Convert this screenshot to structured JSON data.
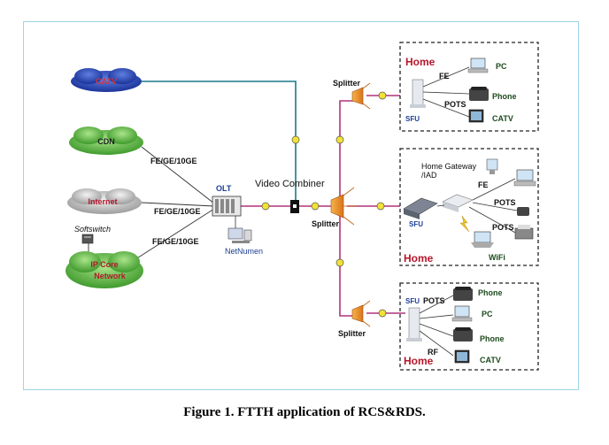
{
  "clouds": {
    "catv_label": "CATV",
    "cdn_label": "CDN",
    "internet_label": "Internet",
    "ipcore_label": "IP Core Network"
  },
  "links": {
    "cdn_link": "FE/GE/10GE",
    "internet_link": "FE/GE/10GE",
    "ipcore_link": "FE/GE/10GE"
  },
  "softswitch_label": "Softswitch",
  "olt_label": "OLT",
  "netnumen_label": "NetNumen",
  "video_combiner_label": "Video Combiner",
  "splitter_label": "Splitter",
  "home1": {
    "title": "Home",
    "sfu": "SFU",
    "fe": "FE",
    "pots": "POTS",
    "pc": "PC",
    "phone": "Phone",
    "catv": "CATV"
  },
  "home2": {
    "title": "Home",
    "gateway": "Home Gateway /IAD",
    "sfu": "SFU",
    "fe": "FE",
    "pots1": "POTS",
    "pots2": "POTS",
    "wifi": "WiFi"
  },
  "home3": {
    "title": "Home",
    "sfu": "SFU",
    "pots": "POTS",
    "rf": "RF",
    "phone1": "Phone",
    "pc": "PC",
    "phone2": "Phone",
    "catv": "CATV"
  },
  "caption": "Figure 1. FTTH application of RCS&RDS.",
  "colors": {
    "fiber": "#b0337a",
    "coax": "#1c7a8c",
    "cloud_blue": "#2446a8",
    "cloud_green": "#5cae3e",
    "cloud_grey": "#a8a8a8",
    "home_label": "#b5172b"
  }
}
